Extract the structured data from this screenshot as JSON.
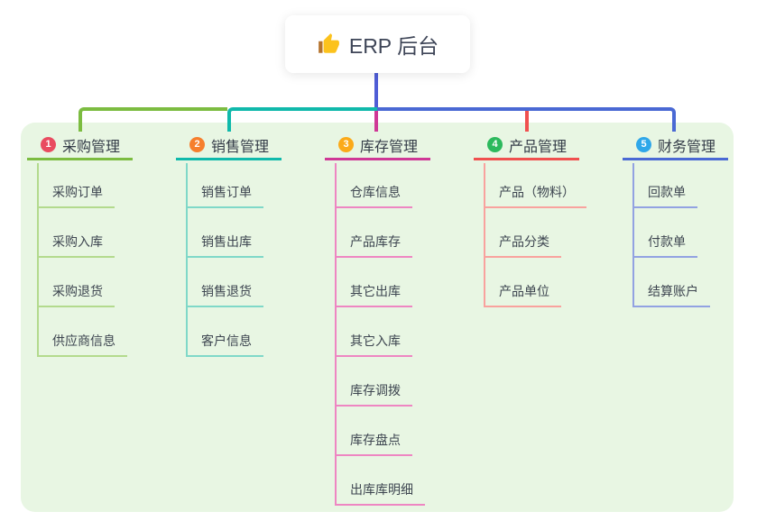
{
  "root": {
    "label": "ERP 后台",
    "icon": "thumbs-up-icon"
  },
  "colors": {
    "page_bg": "#ffffff",
    "panel_bg": "#e8f6e3",
    "root_line": "#4f5dd6",
    "root_text": "#3e4557",
    "branch_text": "#333b47",
    "item_text": "#3d4550",
    "thumb_hand": "#fcc21c",
    "thumb_cuff": "#b5732c"
  },
  "branches": [
    {
      "num": "1",
      "label": "采购管理",
      "badge_color": "#e94b60",
      "line_color": "#7cbc41",
      "item_line_color": "#b3da8d",
      "items": [
        "采购订单",
        "采购入库",
        "采购退货",
        "供应商信息"
      ]
    },
    {
      "num": "2",
      "label": "销售管理",
      "badge_color": "#f67f2d",
      "line_color": "#10b9ab",
      "item_line_color": "#7fd8c8",
      "items": [
        "销售订单",
        "销售出库",
        "销售退货",
        "客户信息"
      ]
    },
    {
      "num": "3",
      "label": "库存管理",
      "badge_color": "#fbaa19",
      "line_color": "#cf3896",
      "item_line_color": "#ee86c2",
      "items": [
        "仓库信息",
        "产品库存",
        "其它出库",
        "其它入库",
        "库存调拨",
        "库存盘点",
        "出库库明细"
      ]
    },
    {
      "num": "4",
      "label": "产品管理",
      "badge_color": "#2cb95d",
      "line_color": "#f0504f",
      "item_line_color": "#f9a29e",
      "items": [
        "产品（物料）",
        "产品分类",
        "产品单位"
      ]
    },
    {
      "num": "5",
      "label": "财务管理",
      "badge_color": "#2fa7e9",
      "line_color": "#4a69d4",
      "item_line_color": "#92a2e2",
      "items": [
        "回款单",
        "付款单",
        "结算账户"
      ]
    }
  ]
}
